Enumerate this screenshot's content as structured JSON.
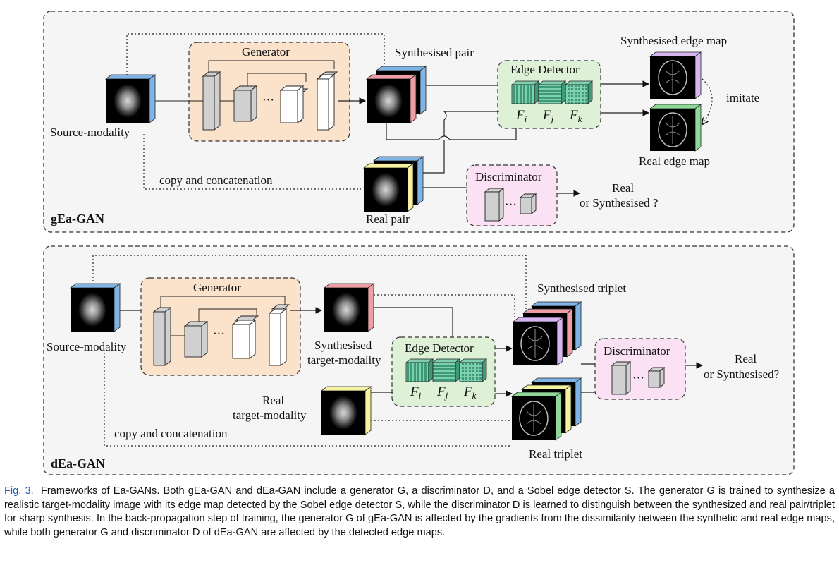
{
  "gea": {
    "panel_label": "gEa-GAN",
    "source_label": "Source-modality",
    "generator_title": "Generator",
    "synth_pair_label": "Synthesised pair",
    "edge_detector_title": "Edge Detector",
    "synth_edge_map_label": "Synthesised edge map",
    "imitate_label": "imitate",
    "real_edge_map_label": "Real edge map",
    "copy_concat_label": "copy and concatenation",
    "discriminator_title": "Discriminator",
    "real_pair_label": "Real pair",
    "output_line1": "Real",
    "output_line2": "or Synthesised ?",
    "ellipsis": "···"
  },
  "dea": {
    "panel_label": "dEa-GAN",
    "source_label": "Source-modality",
    "generator_title": "Generator",
    "synth_target_line1": "Synthesised",
    "synth_target_line2": "target-modality",
    "edge_detector_title": "Edge Detector",
    "synth_triplet_label": "Synthesised triplet",
    "discriminator_title": "Discriminator",
    "output_line1": "Real",
    "output_line2": "or Synthesised?",
    "real_target_line1": "Real",
    "real_target_line2": "target-modality",
    "copy_concat_label": "copy and concatenation",
    "real_triplet_label": "Real triplet",
    "ellipsis": "···"
  },
  "filters": {
    "fi": "F",
    "fi_sub": "i",
    "fj": "F",
    "fj_sub": "j",
    "fk": "F",
    "fk_sub": "k"
  },
  "caption": {
    "figno": "Fig. 3.",
    "text": "Frameworks of Ea-GANs. Both gEa-GAN and dEa-GAN include a generator G, a discriminator D, and a Sobel edge detector S. The generator G is trained to synthesize a realistic target-modality image with its edge map detected by the Sobel edge detector S, while the discriminator D is learned to distinguish between the synthesized and real pair/triplet for sharp synthesis. In the back-propagation step of training, the generator G of gEa-GAN is affected by the gradients from the dissimilarity between the synthetic and real edge maps, while both generator G and discriminator D of dEa-GAN are affected by the detected edge maps."
  },
  "colors": {
    "panel_bg": "#f5f5f5",
    "generator_bg": "#fbe3cb",
    "edge_detector_bg": "#def0d6",
    "discriminator_bg": "#fbe1f4",
    "blue_frame": "#7fb4e4",
    "pink_frame": "#ee9ea4",
    "yellow_frame": "#f7f2a0",
    "purple_frame": "#d7b6f0",
    "green_frame": "#8fd89a",
    "filter_green": "#4aa882"
  }
}
